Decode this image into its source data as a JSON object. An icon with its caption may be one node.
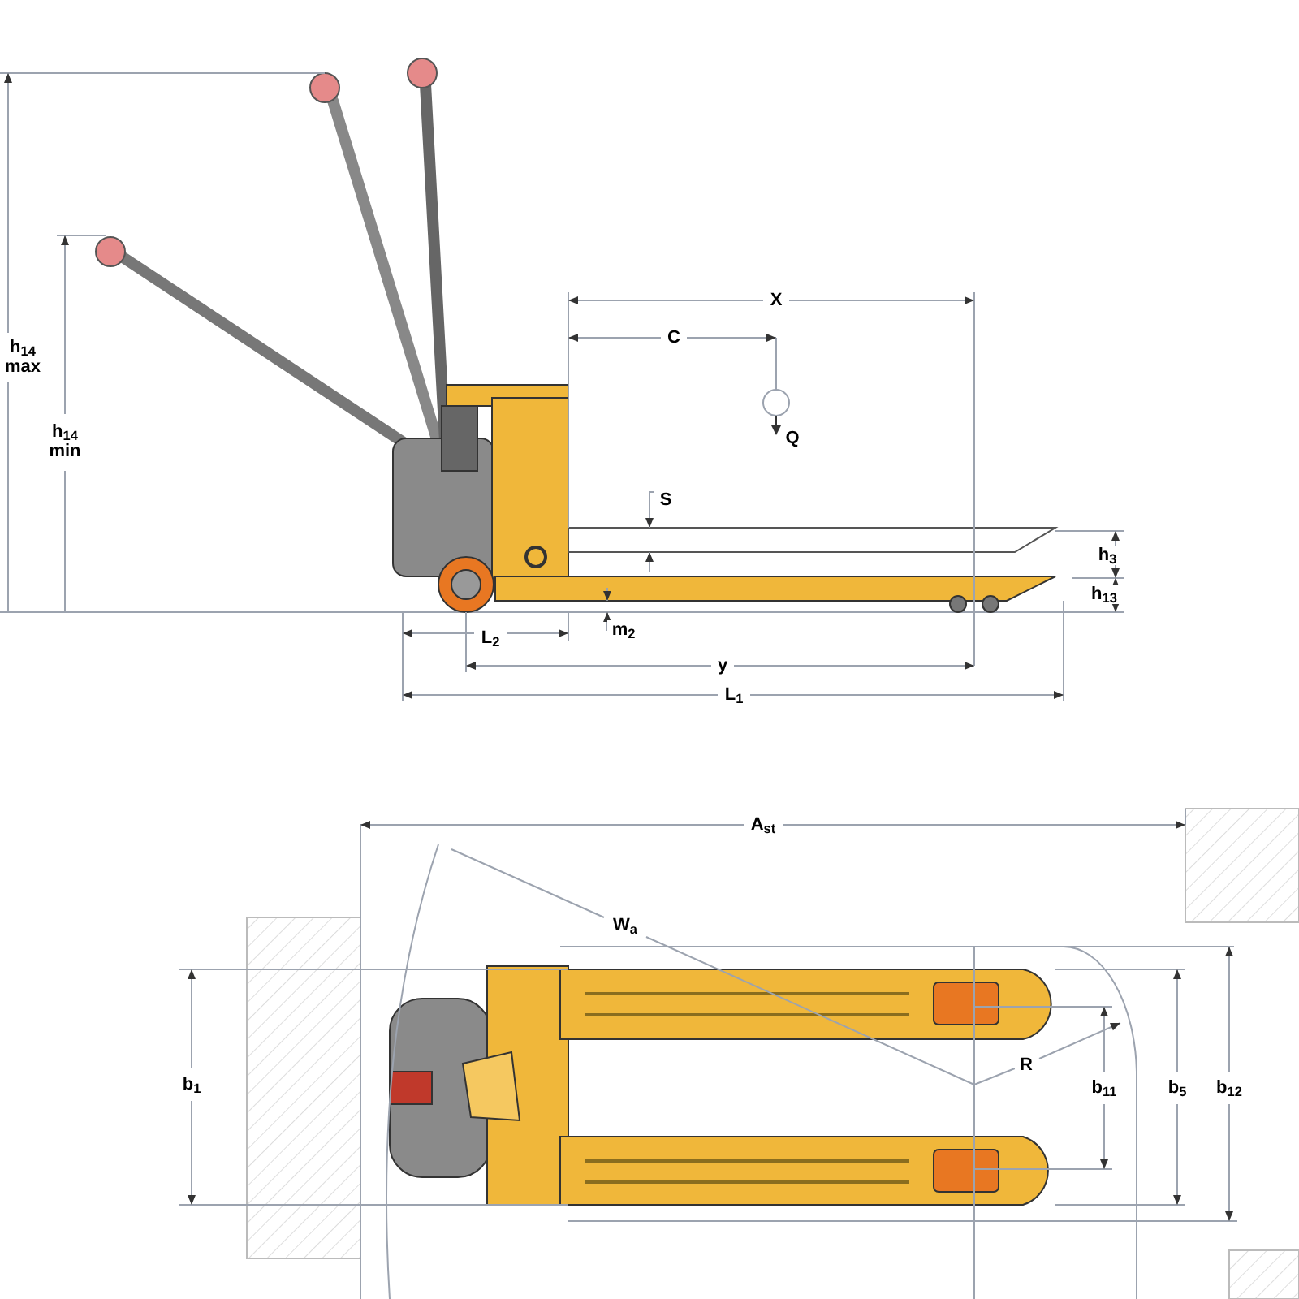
{
  "diagram": {
    "labels": [
      "h$_{14}$ max",
      "h$_{14}$ min",
      "X",
      "C",
      "Q",
      "S",
      "h$_{3}$",
      "h$_{13}$",
      "L$_{2}$",
      "m$_{2}$",
      "y",
      "L$_{1}$",
      "A$_{st}$",
      "W$_{a}$",
      "R",
      "b$_{1}$",
      "b$_{11}$",
      "b$_{5}$",
      "b$_{12}$"
    ]
  }
}
